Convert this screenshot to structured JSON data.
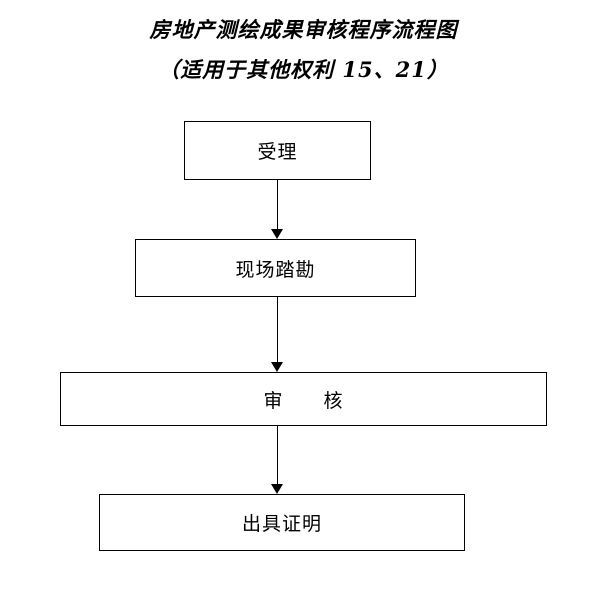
{
  "title": {
    "line1": "房地产测绘成果审核程序流程图",
    "line2": "（适用于其他权利 15、21）"
  },
  "flow": {
    "nodes": [
      {
        "label": "受理"
      },
      {
        "label": "现场踏勘"
      },
      {
        "label": "审　　核"
      },
      {
        "label": "出具证明"
      }
    ],
    "connectors": [
      {
        "from": "受理",
        "to": "现场踏勘",
        "type": "arrow-down"
      },
      {
        "from": "现场踏勘",
        "to": "审　　核",
        "type": "arrow-down"
      },
      {
        "from": "审　　核",
        "to": "出具证明",
        "type": "arrow-down"
      }
    ]
  },
  "colors": {
    "background": "#ffffff",
    "stroke": "#000000",
    "text": "#000000"
  }
}
